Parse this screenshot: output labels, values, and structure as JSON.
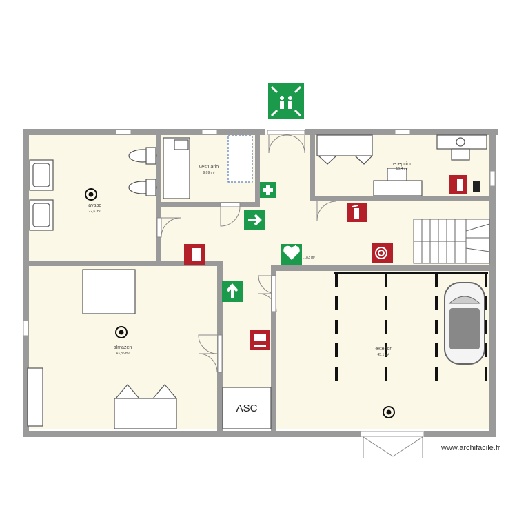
{
  "rooms": [
    {
      "id": "lavabo",
      "name": "lavabo",
      "area": "22,6 m²"
    },
    {
      "id": "vestuario",
      "name": "vestuario",
      "area": "9,09 m²"
    },
    {
      "id": "recepcion",
      "name": "recepcion",
      "area": "16,4 m²"
    },
    {
      "id": "pasillo",
      "name": "",
      "area": "...83 m²"
    },
    {
      "id": "almazen",
      "name": "almazen",
      "area": "43,85 m²"
    },
    {
      "id": "exterior",
      "name": "exterior",
      "area": "45,1 m²"
    }
  ],
  "elevator_label": "ASC",
  "credit": "www.archifacile.fr",
  "colors": {
    "floor": "#fcf8e8",
    "wall": "#9a9a9a",
    "safety_green": "#1a9a4a",
    "fire_red": "#b3202a",
    "parking_line": "#111111"
  },
  "icons": [
    "assembly-point-icon",
    "first-aid-icon",
    "evacuation-arrow-icon",
    "aed-icon",
    "fire-extinguisher-icon",
    "fire-hose-icon",
    "fire-alarm-icon",
    "smoke-detector-icon",
    "car-icon"
  ]
}
